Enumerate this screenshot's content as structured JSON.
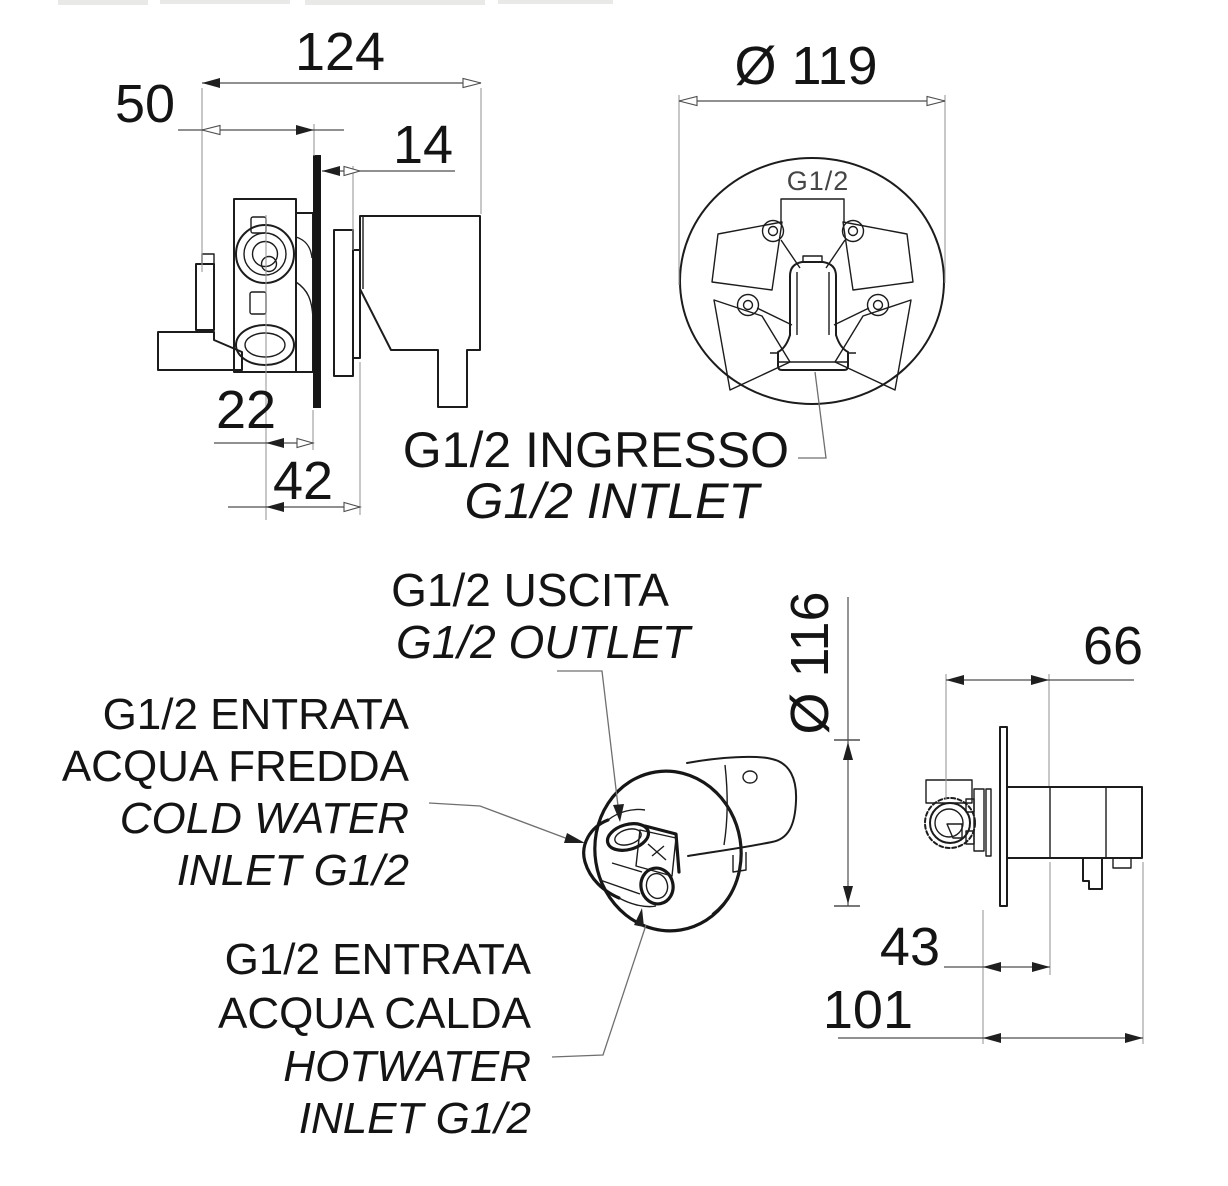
{
  "drawing": {
    "type": "technical-installation-diagram",
    "subject": "concealed shower mixer valve",
    "colors": {
      "background": "#ffffff",
      "object_line": "#1c1c1c",
      "dimension_line": "#4d4d4d",
      "extension_line": "#9a9a9a",
      "leader_line": "#6f6f6f",
      "text": "#141414",
      "thread_text": "#454545"
    },
    "dimensions": {
      "overall_width": "124",
      "recess_depth": "50",
      "wall_clearance": "14",
      "port_offset": "22",
      "port_depth": "42",
      "front_diameter": "Ø 119",
      "flange_diameter": "Ø 116",
      "handle_offset": "66",
      "plate_to_outlet": "43",
      "overall_depth": "101"
    },
    "thread_label": "G1/2",
    "labels": {
      "inlet": {
        "it": "G1/2 INGRESSO",
        "en": "G1/2 INTLET"
      },
      "outlet": {
        "it": "G1/2 USCITA",
        "en": "G1/2 OUTLET"
      },
      "cold": {
        "it1": "G1/2 ENTRATA",
        "it2": "ACQUA FREDDA",
        "en1": "COLD WATER",
        "en2": "INLET G1/2"
      },
      "hot": {
        "it1": "G1/2 ENTRATA",
        "it2": "ACQUA CALDA",
        "en1": "HOTWATER",
        "en2": "INLET G1/2"
      }
    }
  }
}
